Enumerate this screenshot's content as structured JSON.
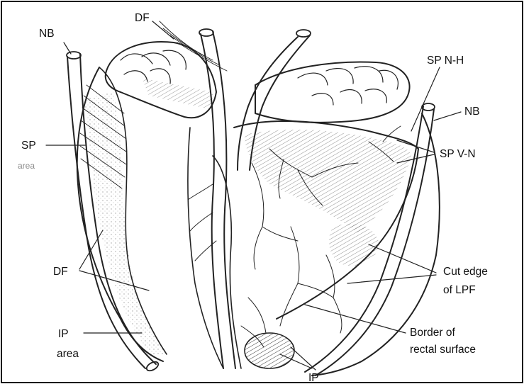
{
  "figure": {
    "labels": {
      "nb_left": "NB",
      "df_top": "DF",
      "sp_n_h": "SP N-H",
      "nb_right": "NB",
      "sp": "SP",
      "sp_area": "area",
      "sp_v_n": "SP V-N",
      "df_left": "DF",
      "cut_edge_1": "Cut edge",
      "cut_edge_2": "of LPF",
      "ip_area_1": "IP",
      "ip_area_2": "area",
      "border_1": "Border of",
      "border_2": "rectal surface",
      "ip_bottom": "IP"
    },
    "colors": {
      "ink": "#222222",
      "paper": "#ffffff",
      "frame": "#111111"
    }
  }
}
